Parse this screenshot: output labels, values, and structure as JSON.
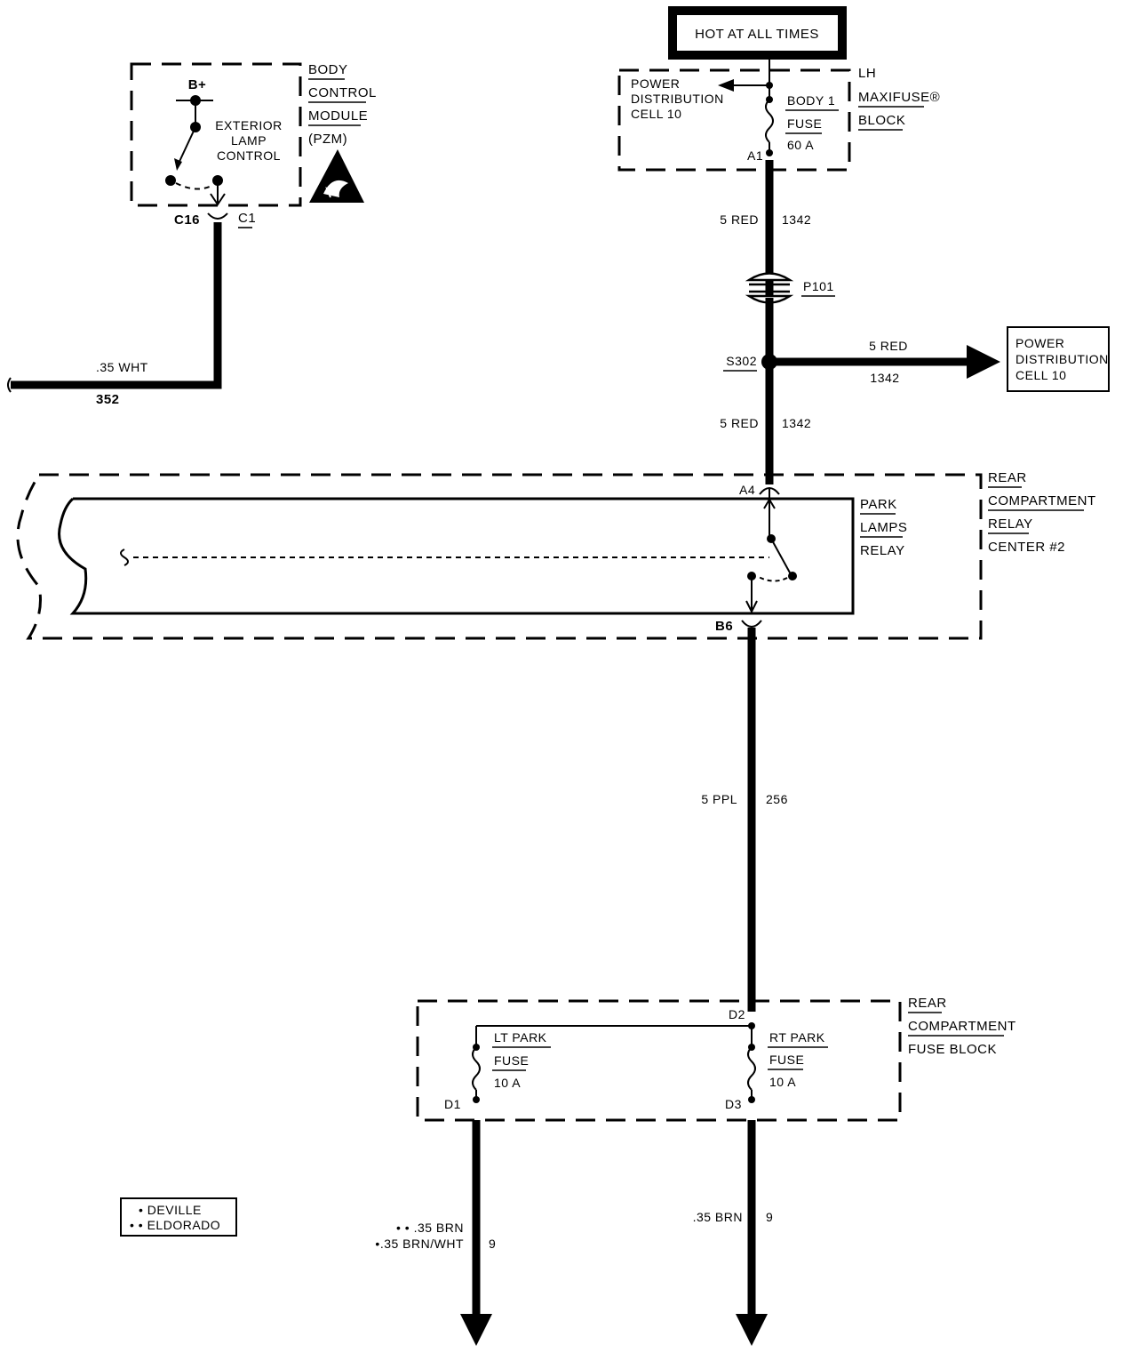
{
  "hot_box": {
    "label": "HOT AT ALL TIMES"
  },
  "bcm": {
    "name": [
      "BODY",
      "CONTROL",
      "MODULE",
      "(PZM)"
    ],
    "bplus": "B+",
    "switch": [
      "EXTERIOR",
      "LAMP",
      "CONTROL"
    ],
    "connector_pin": "C16",
    "connector_id": "C1",
    "wire": {
      "color": ".35 WHT",
      "circuit": "352"
    }
  },
  "maxifuse": {
    "name": [
      "LH",
      "MAXIFUSE®",
      "BLOCK"
    ],
    "feed": [
      "POWER",
      "DISTRIBUTION",
      "CELL 10"
    ],
    "fuse": [
      "BODY 1",
      "FUSE",
      "60 A"
    ],
    "pin": "A1"
  },
  "wire_1342_upper": {
    "color": "5 RED",
    "circuit": "1342"
  },
  "pass_through": "P101",
  "splice": {
    "id": "S302",
    "branch_color": "5 RED",
    "branch_circuit": "1342",
    "dest": [
      "POWER",
      "DISTRIBUTION",
      "CELL 10"
    ]
  },
  "wire_1342_lower": {
    "color": "5 RED",
    "circuit": "1342"
  },
  "relay_center": {
    "name": [
      "REAR",
      "COMPARTMENT",
      "RELAY",
      "CENTER #2"
    ],
    "relay": [
      "PARK",
      "LAMPS",
      "RELAY"
    ],
    "pin_in": "A4",
    "pin_out": "B6"
  },
  "wire_256": {
    "color": "5 PPL",
    "circuit": "256"
  },
  "fuse_block": {
    "name": [
      "REAR",
      "COMPARTMENT",
      "FUSE BLOCK"
    ],
    "pin_in": "D2",
    "lt_fuse": [
      "LT PARK",
      "FUSE",
      "10 A"
    ],
    "rt_fuse": [
      "RT PARK",
      "FUSE",
      "10 A"
    ],
    "lt_pin": "D1",
    "rt_pin": "D3"
  },
  "legend": {
    "deville": "• DEVILLE",
    "eldorado": "• • ELDORADO"
  },
  "out_left": {
    "line1": "• • .35 BRN",
    "line2": "•.35 BRN/WHT",
    "circuit": "9"
  },
  "out_right": {
    "color": ".35 BRN",
    "circuit": "9"
  }
}
